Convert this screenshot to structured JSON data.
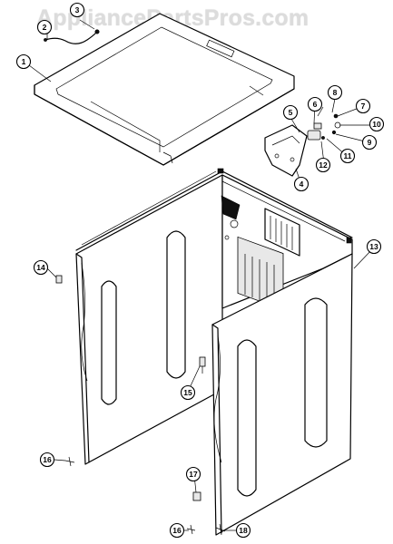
{
  "watermark": "AppliancePartsPros.com",
  "callouts": [
    "1",
    "2",
    "3",
    "4",
    "5",
    "6",
    "7",
    "8",
    "9",
    "10",
    "11",
    "12",
    "13",
    "14",
    "15",
    "16",
    "16",
    "17",
    "18"
  ]
}
